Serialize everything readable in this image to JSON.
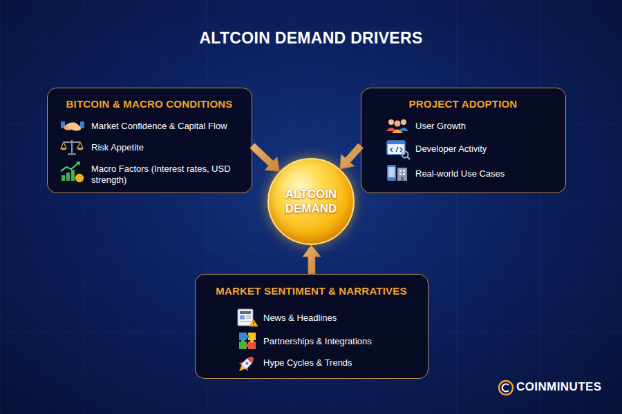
{
  "diagram": {
    "title": "ALTCOIN DEMAND DRIVERS",
    "nodes": [
      {
        "text": [
          "BITCOIN & MACRO CONDITIONS",
          "Market Confidence & Capital Flow",
          "Risk Appetite",
          "Macro Factors (Interest rates, USD strength)"
        ]
      },
      {
        "text": [
          "PROJECT ADOPTION",
          "User Growth",
          "Developer Activity",
          "Real-world Use Cases"
        ]
      },
      {
        "text": [
          "ALTCOIN DEMAND"
        ]
      },
      {
        "text": [
          "MARKET SENTIMENT & NARRATIVES",
          "News & Headlines",
          "Partnerships & Integrations",
          "Hype Cycles & Trends"
        ]
      }
    ],
    "edges": [
      {
        "from": 0,
        "to": 2,
        "arrow": "to"
      },
      {
        "from": 1,
        "to": 2,
        "arrow": "to"
      },
      {
        "from": 3,
        "to": 2,
        "arrow": "to"
      }
    ],
    "labels": [
      "COINMINUTES"
    ]
  }
}
